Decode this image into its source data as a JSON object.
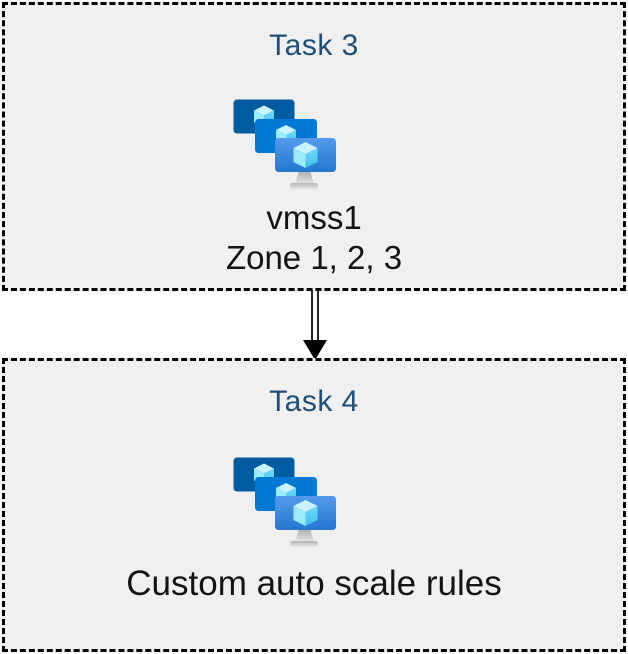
{
  "diagram": {
    "type": "flow",
    "background": "#ffffff",
    "box_background": "#f0f0f0",
    "box_border_color": "#000000",
    "box_border_style": "dashed",
    "heading_color": "#1f4e79",
    "body_text_color": "#141414",
    "tasks": [
      {
        "title": "Task 3",
        "icon": "vm-scale-sets-icon",
        "lines": [
          "vmss1",
          "Zone 1, 2, 3"
        ]
      },
      {
        "title": "Task 4",
        "icon": "vm-scale-sets-icon",
        "lines": [
          "Custom auto scale rules"
        ]
      }
    ],
    "connector": {
      "kind": "double-line-arrow",
      "direction": "down",
      "from": "Task 3",
      "to": "Task 4",
      "color": "#000000"
    },
    "icon_colors": {
      "screen_back": "#005ba1",
      "screen_middle": "#0078d4",
      "screen_front_gradient_top": "#549bee",
      "screen_front_gradient_bottom": "#2577d0",
      "cube_top": "#c9f3ff",
      "cube_left": "#9cebff",
      "cube_right": "#50d4f5",
      "stand_top": "#a8a8a8",
      "stand_bottom": "#e2e2e2",
      "base_fill": "#c9c9c9"
    }
  }
}
